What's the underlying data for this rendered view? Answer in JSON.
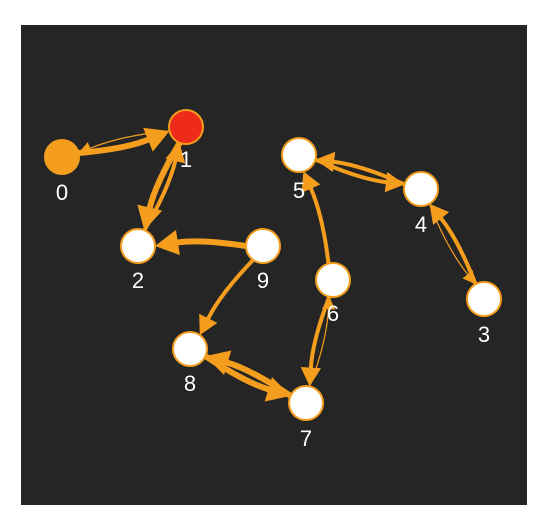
{
  "graph": {
    "background": "#252525",
    "edge_color": "#f59e1e",
    "node_fill": "#ffffff",
    "node_stroke": "#f59e1e",
    "highlight_fill": "#ee2a1a",
    "nodes": [
      {
        "id": "0",
        "label": "0",
        "style": "filled-orange"
      },
      {
        "id": "1",
        "label": "1",
        "style": "highlight"
      },
      {
        "id": "2",
        "label": "2",
        "style": "normal"
      },
      {
        "id": "3",
        "label": "3",
        "style": "normal"
      },
      {
        "id": "4",
        "label": "4",
        "style": "normal"
      },
      {
        "id": "5",
        "label": "5",
        "style": "normal"
      },
      {
        "id": "6",
        "label": "6",
        "style": "normal"
      },
      {
        "id": "7",
        "label": "7",
        "style": "normal"
      },
      {
        "id": "8",
        "label": "8",
        "style": "normal"
      },
      {
        "id": "9",
        "label": "9",
        "style": "normal"
      }
    ],
    "edges": [
      {
        "from": "0",
        "to": "1",
        "weight": "heavy"
      },
      {
        "from": "1",
        "to": "0",
        "weight": "light"
      },
      {
        "from": "1",
        "to": "2",
        "weight": "heavy"
      },
      {
        "from": "2",
        "to": "1",
        "weight": "medium"
      },
      {
        "from": "9",
        "to": "2",
        "weight": "heavy"
      },
      {
        "from": "9",
        "to": "8",
        "weight": "medium"
      },
      {
        "from": "8",
        "to": "7",
        "weight": "heavy"
      },
      {
        "from": "7",
        "to": "8",
        "weight": "heavy"
      },
      {
        "from": "6",
        "to": "7",
        "weight": "medium"
      },
      {
        "from": "7",
        "to": "6",
        "weight": "light"
      },
      {
        "from": "6",
        "to": "5",
        "weight": "medium"
      },
      {
        "from": "5",
        "to": "4",
        "weight": "medium"
      },
      {
        "from": "4",
        "to": "5",
        "weight": "medium"
      },
      {
        "from": "4",
        "to": "3",
        "weight": "light"
      },
      {
        "from": "3",
        "to": "4",
        "weight": "medium"
      }
    ]
  }
}
